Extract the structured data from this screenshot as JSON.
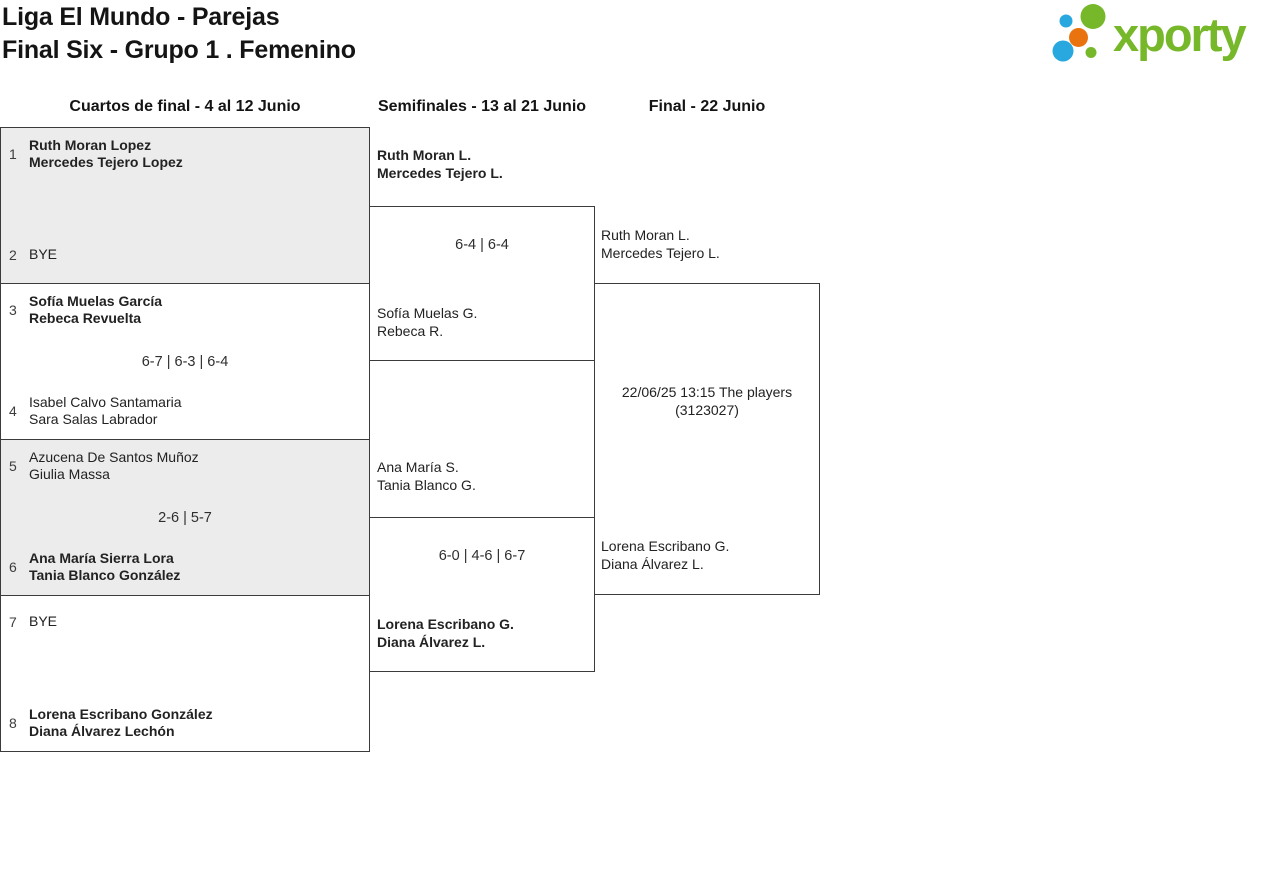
{
  "header": {
    "title_line1": "Liga El Mundo - Parejas",
    "title_line2": "Final Six - Grupo 1 . Femenino"
  },
  "logo": {
    "text": "xporty"
  },
  "colors": {
    "brand_green": "#76b82a",
    "brand_blue": "#29a8e0",
    "brand_orange": "#e8730f",
    "box_gray": "#ececec",
    "border_dark": "#3b3b3b"
  },
  "rounds": {
    "quarterfinals_label": "Cuartos de final - 4 al 12 Junio",
    "semifinals_label": "Semifinales - 13 al 21 Junio",
    "final_label": "Final - 22 Junio"
  },
  "quarterfinals": [
    {
      "seed_top": "1",
      "top_line1": "Ruth Moran Lopez",
      "top_line2": "Mercedes Tejero Lopez",
      "top_winner": true,
      "score": "",
      "seed_bottom": "2",
      "bottom_line1": "BYE",
      "bottom_line2": "",
      "bottom_winner": false
    },
    {
      "seed_top": "3",
      "top_line1": "Sofía Muelas García",
      "top_line2": "Rebeca Revuelta",
      "top_winner": true,
      "score": "6-7 | 6-3 | 6-4",
      "seed_bottom": "4",
      "bottom_line1": "Isabel Calvo Santamaria",
      "bottom_line2": "Sara Salas Labrador",
      "bottom_winner": false
    },
    {
      "seed_top": "5",
      "top_line1": "Azucena De Santos Muñoz",
      "top_line2": "Giulia Massa",
      "top_winner": false,
      "score": "2-6 | 5-7",
      "seed_bottom": "6",
      "bottom_line1": "Ana María Sierra Lora",
      "bottom_line2": "Tania Blanco González",
      "bottom_winner": true
    },
    {
      "seed_top": "7",
      "top_line1": "BYE",
      "top_line2": "",
      "top_winner": false,
      "score": "",
      "seed_bottom": "8",
      "bottom_line1": "Lorena Escribano González",
      "bottom_line2": "Diana Álvarez Lechón",
      "bottom_winner": true
    }
  ],
  "semifinals": [
    {
      "top_line1": "Ruth Moran L.",
      "top_line2": "Mercedes Tejero L.",
      "top_winner": true,
      "score": "6-4 | 6-4",
      "bottom_line1": "Sofía Muelas G.",
      "bottom_line2": "Rebeca R.",
      "bottom_winner": false
    },
    {
      "top_line1": "Ana María S.",
      "top_line2": "Tania Blanco G.",
      "top_winner": false,
      "score": "6-0 | 4-6 | 6-7",
      "bottom_line1": "Lorena Escribano G.",
      "bottom_line2": "Diana Álvarez L.",
      "bottom_winner": true
    }
  ],
  "final": {
    "top_line1": "Ruth Moran L.",
    "top_line2": "Mercedes Tejero L.",
    "top_winner": false,
    "info": "22/06/25 13:15 The players (3123027)",
    "bottom_line1": "Lorena Escribano G.",
    "bottom_line2": "Diana Álvarez L.",
    "bottom_winner": false
  }
}
